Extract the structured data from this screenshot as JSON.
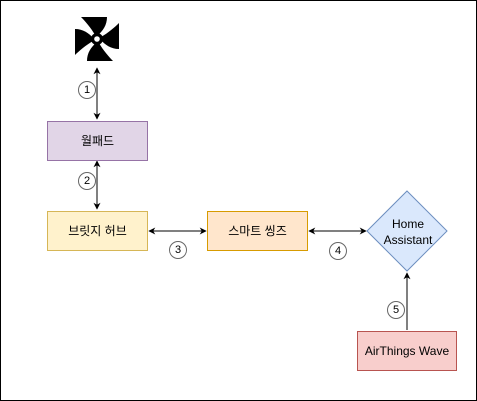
{
  "diagram": {
    "nodes": {
      "wallpad": {
        "label": "월패드",
        "fill": "#e1d5e7",
        "stroke": "#9673a6"
      },
      "bridge_hub": {
        "label": "브릿지 허브",
        "fill": "#fff2cc",
        "stroke": "#d6b656"
      },
      "smartthings": {
        "label": "스마트 씽즈",
        "fill": "#ffe6cc",
        "stroke": "#d79b00"
      },
      "home_assistant": {
        "label": "Home\nAssistant",
        "fill": "#dae8fc",
        "stroke": "#6c8ebf"
      },
      "airthings": {
        "label": "AirThings Wave",
        "fill": "#f8cecc",
        "stroke": "#b85450"
      }
    },
    "fan_icon": {
      "icon": "fan-icon",
      "color": "#000000"
    },
    "connections": [
      {
        "number": "1",
        "from": "fan",
        "to": "wallpad",
        "direction": "bidirectional"
      },
      {
        "number": "2",
        "from": "wallpad",
        "to": "bridge_hub",
        "direction": "bidirectional"
      },
      {
        "number": "3",
        "from": "bridge_hub",
        "to": "smartthings",
        "direction": "bidirectional"
      },
      {
        "number": "4",
        "from": "smartthings",
        "to": "home_assistant",
        "direction": "bidirectional"
      },
      {
        "number": "5",
        "from": "airthings",
        "to": "home_assistant",
        "direction": "one-way"
      }
    ]
  }
}
